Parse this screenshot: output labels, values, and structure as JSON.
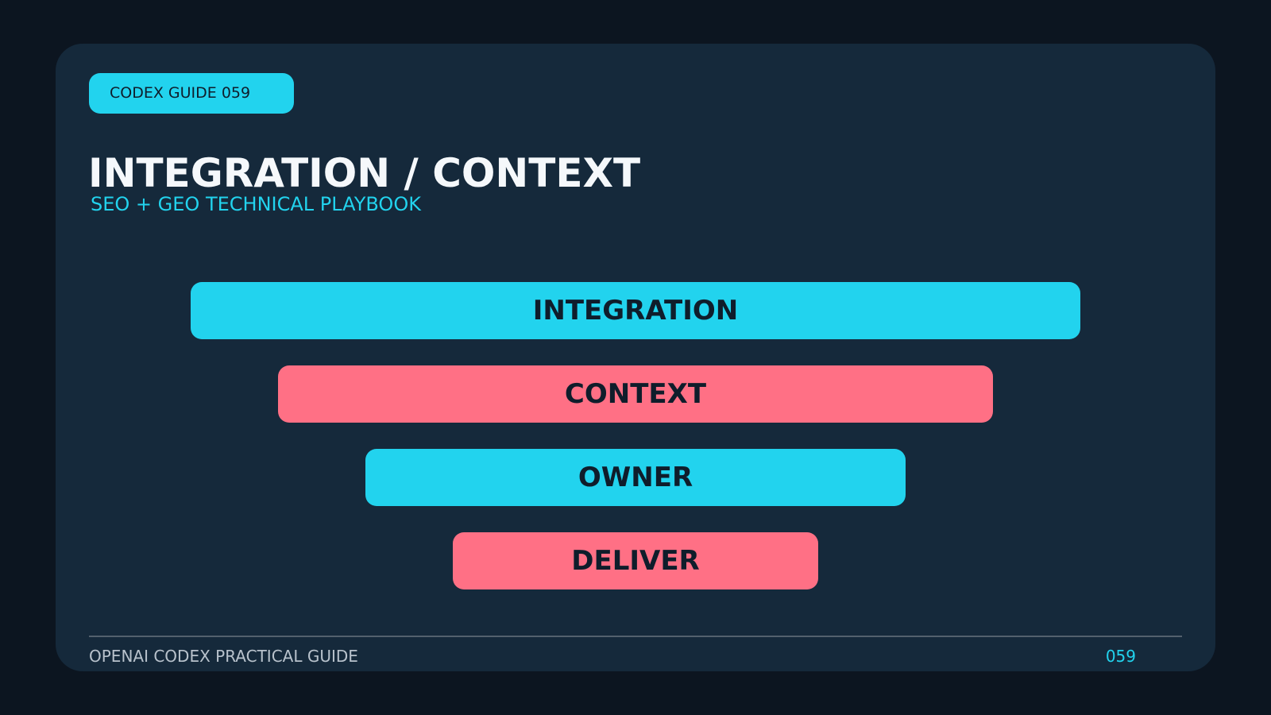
{
  "badge": {
    "label": "CODEX GUIDE 059"
  },
  "header": {
    "title": "INTEGRATION / CONTEXT",
    "subtitle": "SEO + GEO TECHNICAL PLAYBOOK"
  },
  "funnel": {
    "levels": [
      {
        "label": "INTEGRATION",
        "color": "#22d3ee"
      },
      {
        "label": "CONTEXT",
        "color": "#ff7085"
      },
      {
        "label": "OWNER",
        "color": "#22d3ee"
      },
      {
        "label": "DELIVER",
        "color": "#ff7085"
      }
    ]
  },
  "footer": {
    "left": "OPENAI CODEX PRACTICAL GUIDE",
    "right": "059"
  },
  "colors": {
    "background": "#0c1520",
    "card": "#15293b",
    "accent_cyan": "#22d3ee",
    "accent_pink": "#ff7085"
  }
}
